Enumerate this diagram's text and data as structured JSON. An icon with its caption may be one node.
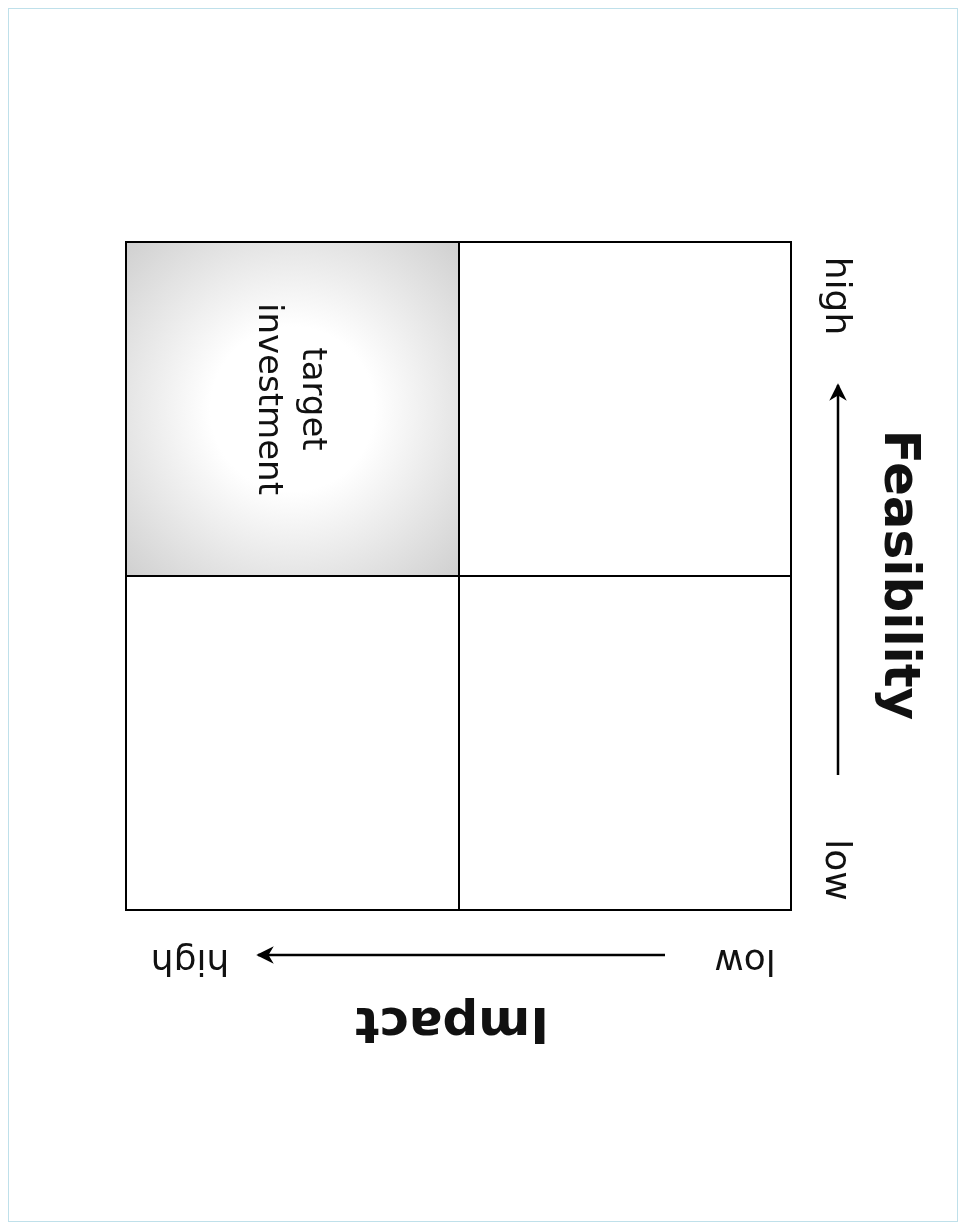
{
  "diagram": {
    "nodes": [
      {
        "text": [
          "target investment"
        ]
      },
      {
        "text": [],
        "shape": "box"
      },
      {
        "text": [],
        "shape": "box"
      },
      {
        "text": [],
        "shape": "box"
      }
    ],
    "labels": [
      "high",
      "Feasibility",
      "low",
      "high",
      "low",
      "Impact"
    ]
  }
}
